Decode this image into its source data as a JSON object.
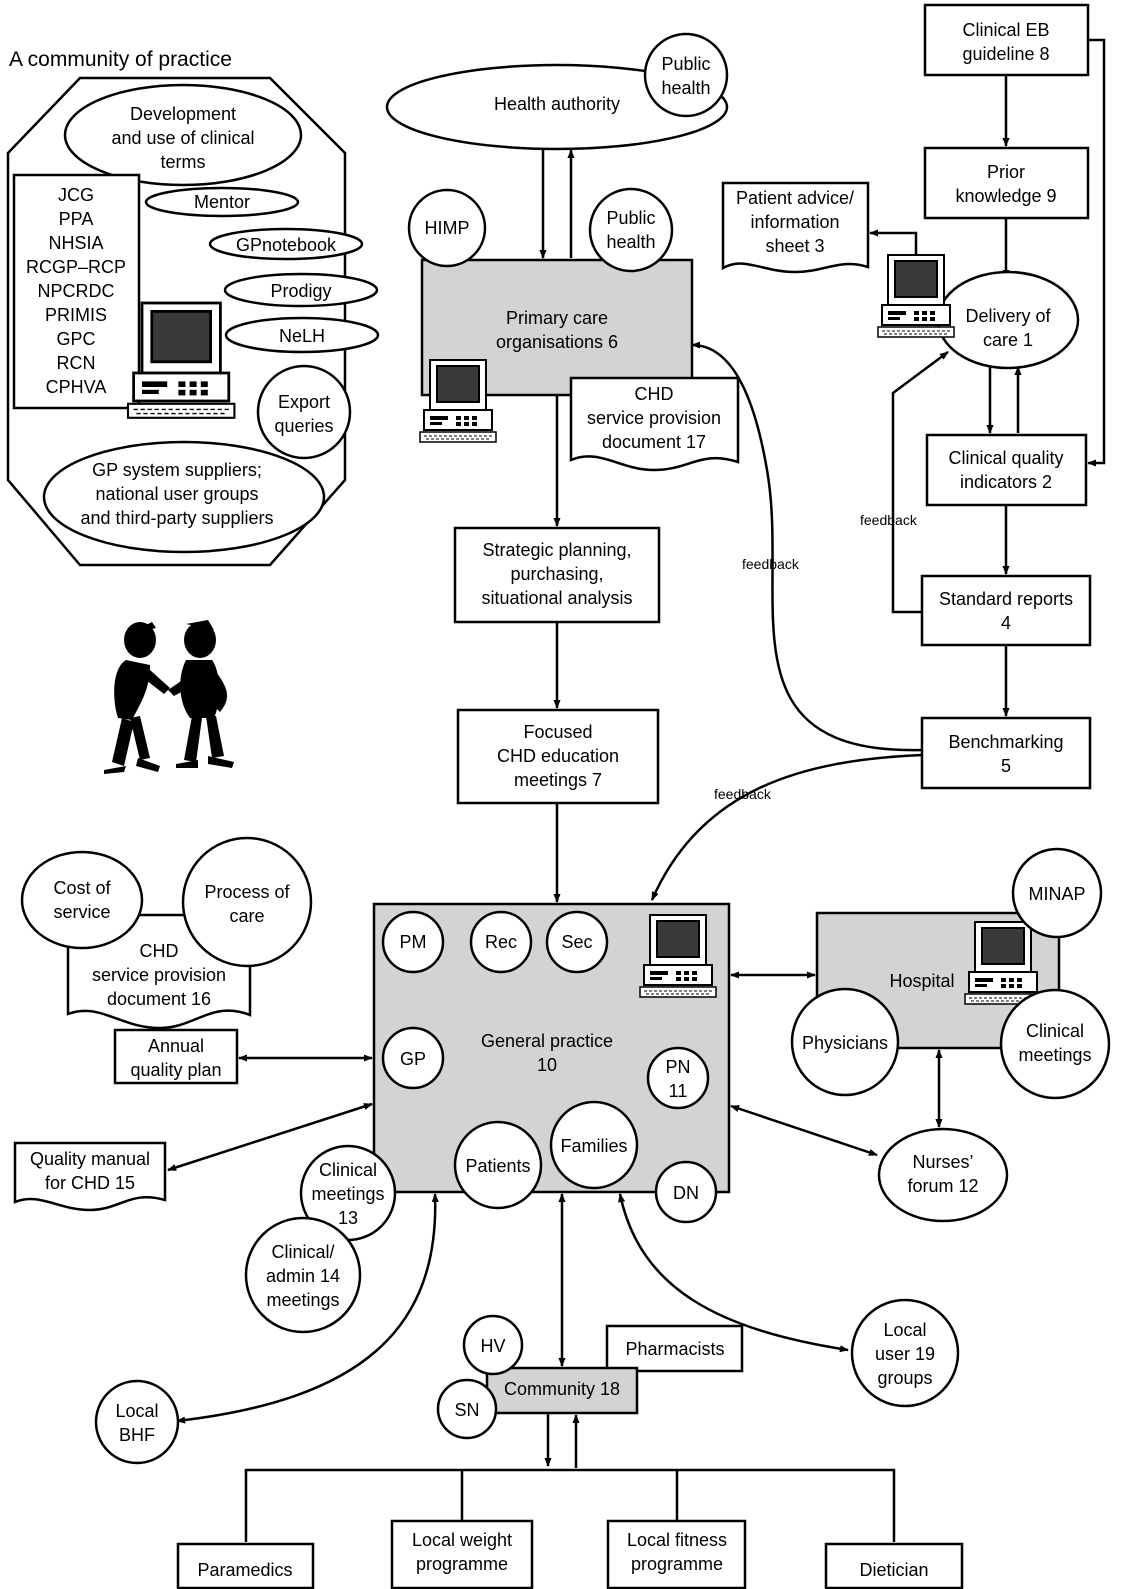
{
  "title": "A community of practice",
  "community_of_practice": {
    "development": [
      "Development",
      "and use of clinical",
      "terms"
    ],
    "bodies": [
      "JCG",
      "PPA",
      "NHSIA",
      "RCGP–RCP",
      "NPCRDC",
      "PRIMIS",
      "GPC",
      "RCN",
      "CPHVA"
    ],
    "mentor": "Mentor",
    "gpnotebook": "GPnotebook",
    "prodigy": "Prodigy",
    "nelh": "NeLH",
    "export_queries": [
      "Export",
      "queries"
    ],
    "suppliers": [
      "GP system suppliers;",
      "national user groups",
      "and third-party suppliers"
    ]
  },
  "top": {
    "health_authority": "Health authority",
    "public_health_top": [
      "Public",
      "health"
    ],
    "himp": "HIMP",
    "public_health_mid": [
      "Public",
      "health"
    ],
    "primary_care": [
      "Primary care",
      "organisations 6"
    ],
    "chd_doc_17": [
      "CHD",
      "service provision",
      "document 17"
    ],
    "strategic": [
      "Strategic planning,",
      "purchasing,",
      "situational analysis"
    ],
    "focused": [
      "Focused",
      "CHD education",
      "meetings 7"
    ]
  },
  "right": {
    "guideline": [
      "Clinical EB",
      "guideline 8"
    ],
    "prior_knowledge": [
      "Prior",
      "knowledge 9"
    ],
    "patient_advice": [
      "Patient advice/",
      "information",
      "sheet 3"
    ],
    "delivery": [
      "Delivery of",
      "care 1"
    ],
    "indicators": [
      "Clinical quality",
      "indicators 2"
    ],
    "standard_reports": [
      "Standard reports",
      "4"
    ],
    "benchmarking": [
      "Benchmarking",
      "5"
    ]
  },
  "feedback_labels": [
    "feedback",
    "feedback",
    "feedback"
  ],
  "practice": {
    "cost": [
      "Cost of",
      "service"
    ],
    "process": [
      "Process of",
      "care"
    ],
    "chd_doc_16": [
      "CHD",
      "service provision",
      "document 16"
    ],
    "annual": [
      "Annual",
      "quality plan"
    ],
    "quality_manual": [
      "Quality manual",
      "for CHD 15"
    ],
    "general_practice": [
      "General practice",
      "10"
    ],
    "pm": "PM",
    "rec": "Rec",
    "sec": "Sec",
    "gp": "GP",
    "pn": [
      "PN",
      "11"
    ],
    "patients": "Patients",
    "families": "Families",
    "dn": "DN",
    "clinical_meetings_13": [
      "Clinical",
      "meetings",
      "13"
    ],
    "clinical_admin_14": [
      "Clinical/",
      "admin 14",
      "meetings"
    ]
  },
  "hospital": {
    "label": "Hospital",
    "minap": "MINAP",
    "physicians": "Physicians",
    "clinical_meetings": [
      "Clinical",
      "meetings"
    ],
    "nurses_forum": [
      "Nurses’",
      "forum 12"
    ]
  },
  "community": {
    "label": "Community 18",
    "hv": "HV",
    "sn": "SN",
    "pharmacists": "Pharmacists",
    "local_bhf": [
      "Local",
      "BHF"
    ],
    "local_user": [
      "Local",
      "user 19",
      "groups"
    ],
    "paramedics": "Paramedics",
    "weight": [
      "Local weight",
      "programme"
    ],
    "fitness": [
      "Local fitness",
      "programme"
    ],
    "dietician": "Dietician"
  }
}
